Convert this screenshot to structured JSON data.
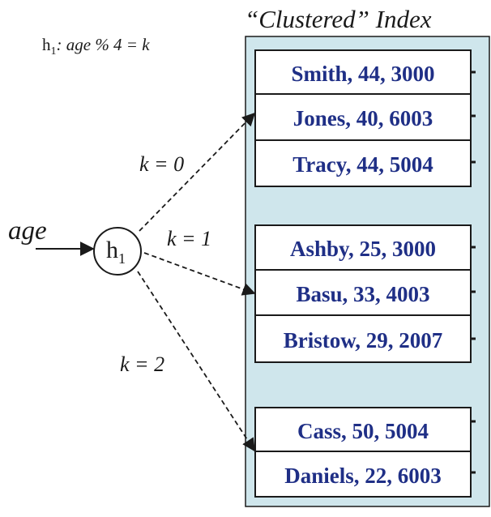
{
  "title": "“Clustered” Index",
  "hash_function": {
    "name_base": "h",
    "name_sub": "1",
    "definition": ": age % 4 = k"
  },
  "input_label": "age",
  "node": {
    "base": "h",
    "sub": "1"
  },
  "edges": [
    {
      "label": "k = 0"
    },
    {
      "label": "k = 1"
    },
    {
      "label": "k = 2"
    }
  ],
  "buckets": [
    {
      "records": [
        {
          "text": "Smith, 44, 3000"
        },
        {
          "text": "Jones, 40, 6003"
        },
        {
          "text": "Tracy, 44, 5004"
        }
      ]
    },
    {
      "records": [
        {
          "text": "Ashby, 25, 3000"
        },
        {
          "text": "Basu, 33, 4003"
        },
        {
          "text": "Bristow, 29, 2007"
        }
      ]
    },
    {
      "records": [
        {
          "text": "Cass, 50, 5004"
        },
        {
          "text": "Daniels, 22, 6003"
        }
      ]
    }
  ],
  "colors": {
    "index_background": "#cfe6ec",
    "record_text": "#1f2f86",
    "line": "#1a1a1a"
  }
}
